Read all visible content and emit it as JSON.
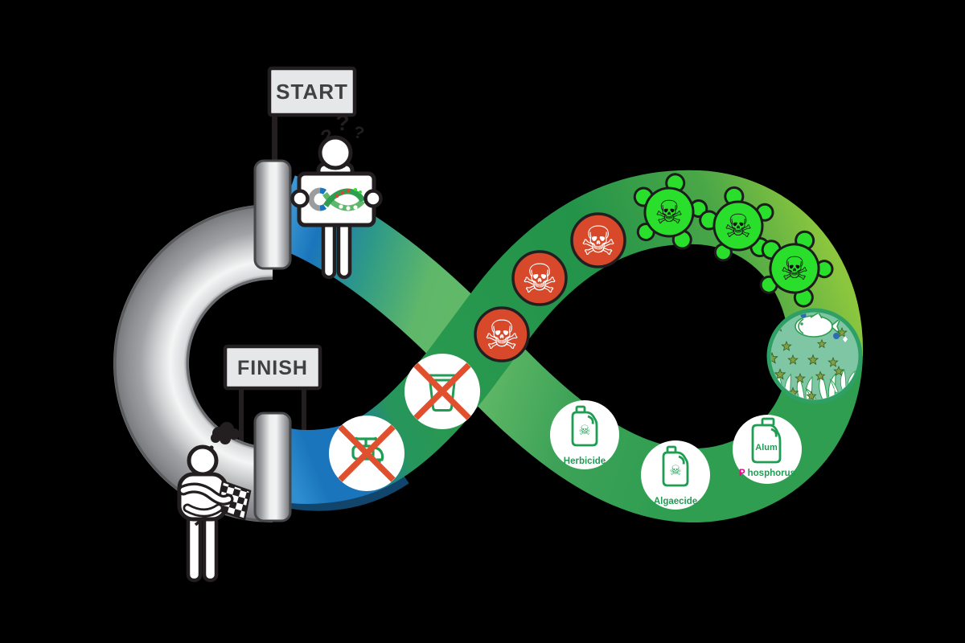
{
  "signs": {
    "start_label": "START",
    "finish_label": "FINISH"
  },
  "start_person": {
    "question_marks": [
      "?",
      "?",
      "?"
    ]
  },
  "stations": {
    "herbicide_label": "Herbicide",
    "algaecide_label": "Algaecide",
    "alum_label": "Alum",
    "phosphorus_prefix": "P",
    "phosphorus_rest": "hosphorus"
  },
  "icons": {
    "skull_glyph": "☠"
  },
  "colors": {
    "background": "#000000",
    "water_blue": "#1b75bc",
    "water_blue_light": "#3b97d3",
    "water_navy": "#11456b",
    "path_green": "#2f9e50",
    "path_green_dark": "#27954c",
    "path_green_light": "#63ba68",
    "path_yellow_green": "#8cc63e",
    "toxin_green": "#2adf2b",
    "poison_red": "#d7492a",
    "pond_teal": "#7fc6a4",
    "pond_rim": "#2fa065",
    "algae_olive": "#7fa143",
    "label_green": "#1f9d53",
    "phosphorus_pink": "#ec008c",
    "cross_red": "#e0502e",
    "pipe_gray": "#a7a9ac",
    "sign_bg": "#e6e7e8",
    "sign_text": "#414042",
    "outline_black": "#231f20"
  }
}
